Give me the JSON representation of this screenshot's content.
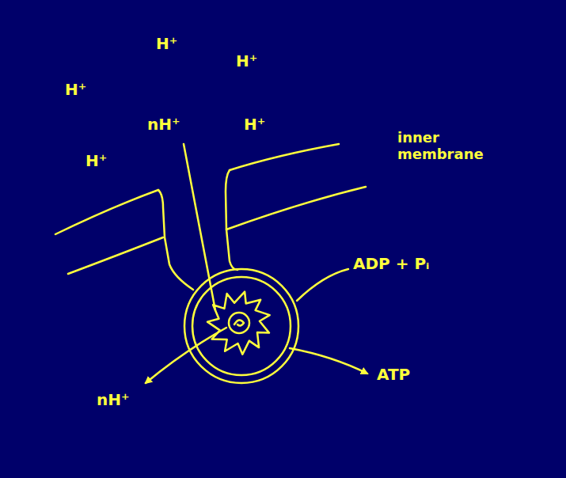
{
  "diagram": {
    "labels": [
      "H⁺",
      "H⁺",
      "H⁺",
      "nH⁺",
      "H⁺",
      "inner membrane",
      "H⁺",
      "ADP + Pᵢ",
      "ATP",
      "nH⁺"
    ]
  }
}
